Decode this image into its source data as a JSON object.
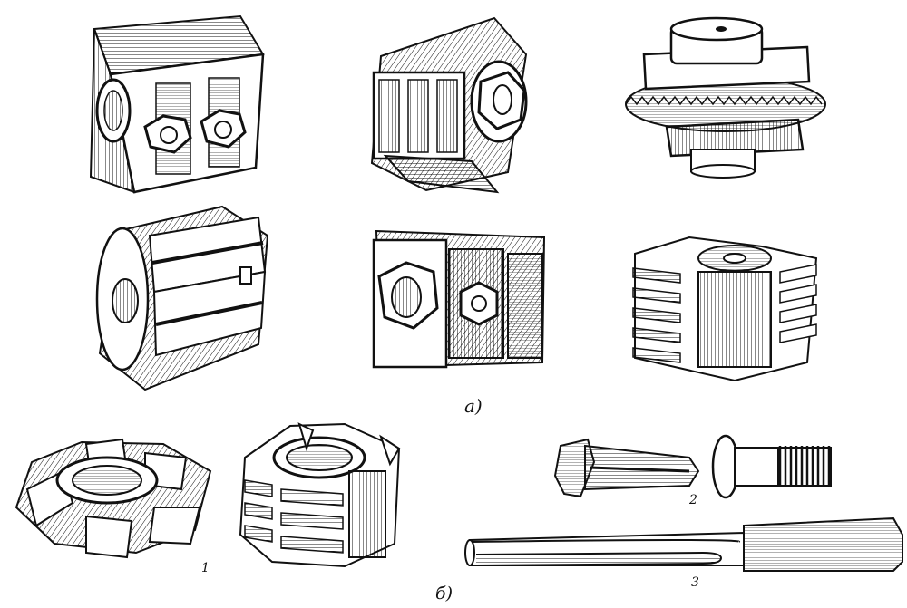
{
  "labels": {
    "part_a": "а)",
    "part_b": "б)",
    "item_1": "1",
    "item_2": "2",
    "item_3": "3"
  },
  "colors": {
    "ink": "#111111",
    "paper": "#ffffff"
  },
  "illustrations": [
    "cutter-block-with-nuts",
    "cutter-head-with-inserted-knives",
    "stacked-disc-saw-cutter",
    "slotted-cylindrical-cutter-head",
    "cutter-head-with-large-nut",
    "profile-comb-cutter-head",
    "six-blade-cutter-ring",
    "profile-blade-cutter-ring",
    "end-mill-with-threaded-shank",
    "long-slot-drill"
  ]
}
